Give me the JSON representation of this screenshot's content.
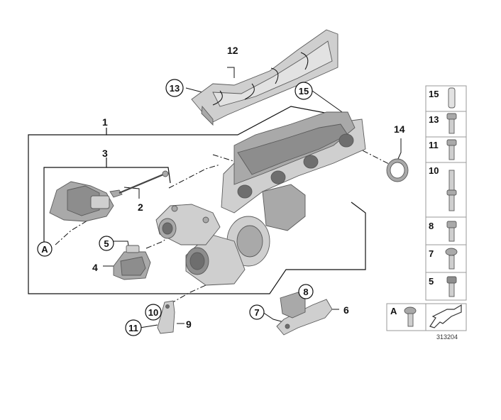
{
  "labels": {
    "p1": "1",
    "p2": "2",
    "p3": "3",
    "p4": "4",
    "p5": "5",
    "p6": "6",
    "p7": "7",
    "p8": "8",
    "p9": "9",
    "p10": "10",
    "p11": "11",
    "p12": "12",
    "p13": "13",
    "p14": "14",
    "p15": "15",
    "a": "A"
  },
  "legend": [
    {
      "label": "15",
      "icon": "stud-bolt-15-icon"
    },
    {
      "label": "13",
      "icon": "flange-screw-13-icon"
    },
    {
      "label": "11",
      "icon": "hex-bolt-11-icon"
    },
    {
      "label": "10",
      "icon": "stud-10-icon"
    },
    {
      "label": "8",
      "icon": "socket-screw-8-icon"
    },
    {
      "label": "7",
      "icon": "torx-bolt-7-icon"
    },
    {
      "label": "5",
      "icon": "hex-screw-5-icon"
    }
  ],
  "legend_a": {
    "label": "A",
    "icon": "pan-head-screw-icon"
  },
  "diagram_number": "313204"
}
